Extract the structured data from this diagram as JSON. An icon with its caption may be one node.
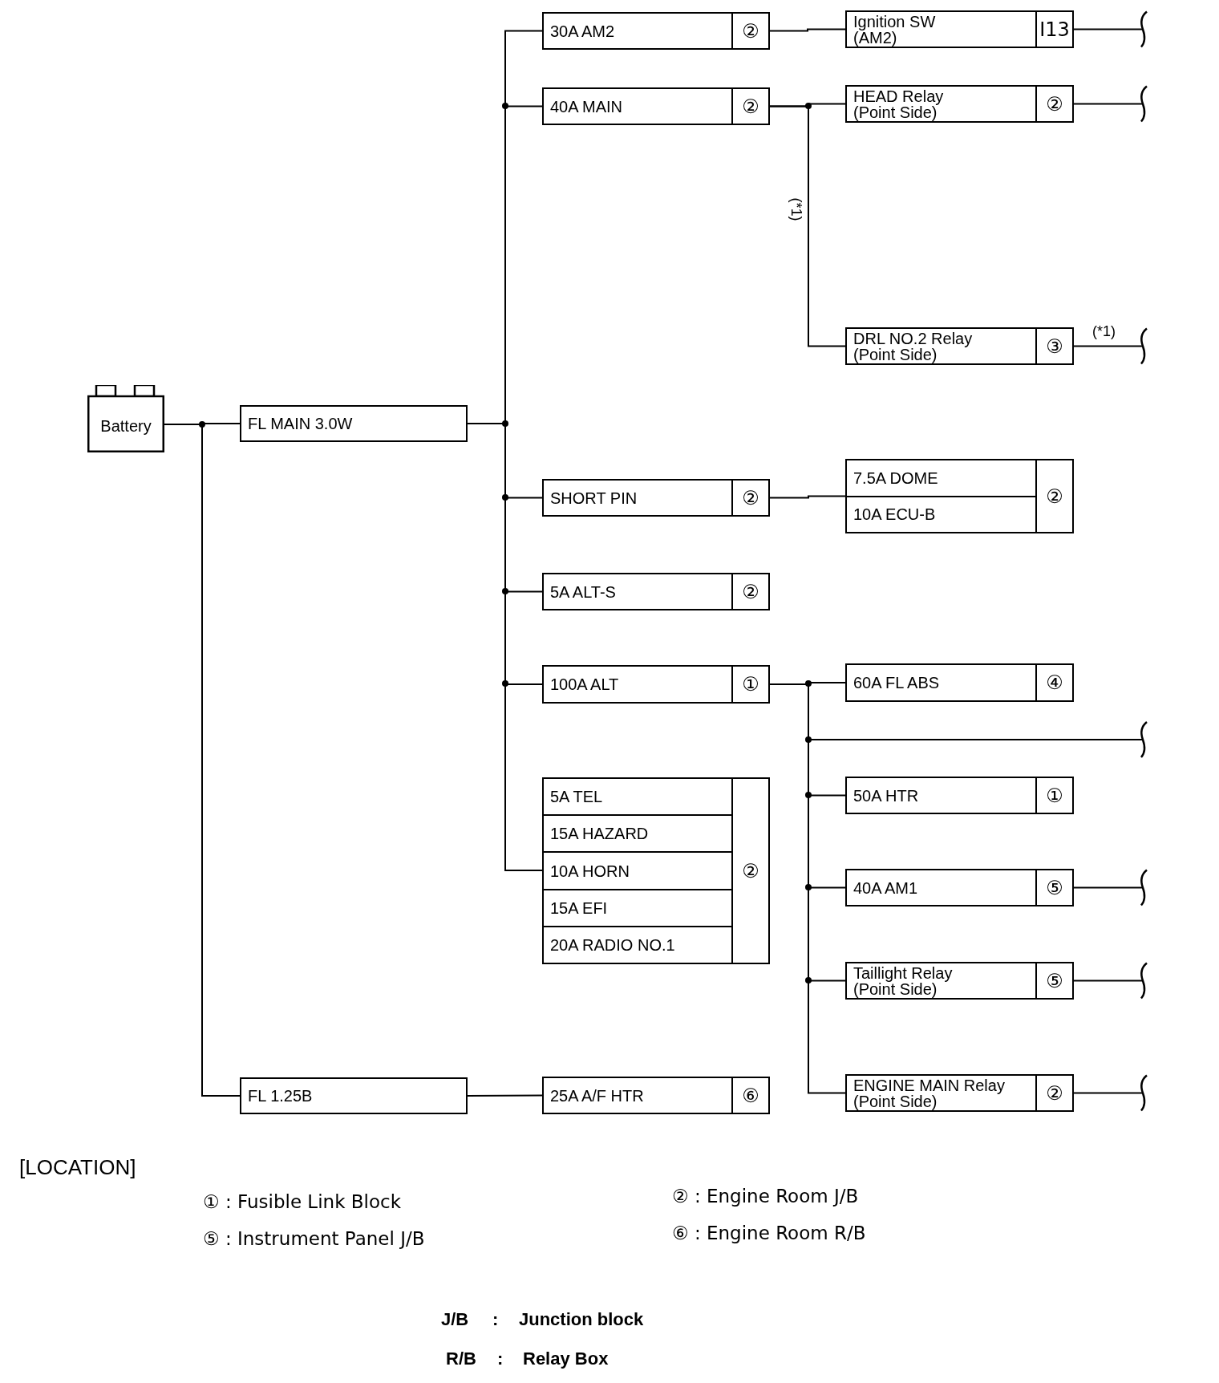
{
  "diagram": {
    "nodes": [
      {
        "text": [
          "Battery"
        ]
      },
      {
        "text": [
          "FL MAIN 3.0W"
        ]
      },
      {
        "text": [
          "FL 1.25B"
        ]
      },
      {
        "text": [
          "30A AM2",
          "②"
        ]
      },
      {
        "text": [
          "40A MAIN",
          "②"
        ]
      },
      {
        "text": [
          "SHORT PIN",
          "②"
        ]
      },
      {
        "text": [
          "5A ALT-S",
          "②"
        ]
      },
      {
        "text": [
          "100A ALT",
          "①"
        ]
      },
      {
        "text": [
          "5A TEL",
          "15A HAZARD",
          "10A HORN",
          "15A EFI",
          "20A RADIO NO.1",
          "②"
        ]
      },
      {
        "text": [
          "25A A/F HTR",
          "⑥"
        ]
      },
      {
        "text": [
          "Ignition SW (AM2)",
          "I13"
        ]
      },
      {
        "text": [
          "HEAD Relay (Point Side)",
          "②"
        ]
      },
      {
        "text": [
          "DRL NO.2 Relay (Point Side)",
          "③"
        ]
      },
      {
        "text": [
          "7.5A DOME",
          "10A ECU-B",
          "②"
        ]
      },
      {
        "text": [
          "60A FL ABS",
          "④"
        ]
      },
      {
        "text": [
          "50A HTR",
          "①"
        ]
      },
      {
        "text": [
          "40A AM1",
          "⑤"
        ]
      },
      {
        "text": [
          "Taillight Relay (Point Side)",
          "⑤"
        ]
      },
      {
        "text": [
          "ENGINE MAIN Relay (Point Side)",
          "②"
        ]
      }
    ],
    "edges": [
      {
        "from": 0,
        "to": 1,
        "arrow": "none"
      },
      {
        "from": 0,
        "to": 2,
        "arrow": "none"
      },
      {
        "from": 1,
        "to": 3,
        "arrow": "none"
      },
      {
        "from": 1,
        "to": 4,
        "arrow": "none"
      },
      {
        "from": 1,
        "to": 5,
        "arrow": "none"
      },
      {
        "from": 1,
        "to": 6,
        "arrow": "none"
      },
      {
        "from": 1,
        "to": 7,
        "arrow": "none"
      },
      {
        "from": 1,
        "to": 8,
        "arrow": "none"
      },
      {
        "from": 2,
        "to": 9,
        "arrow": "none"
      },
      {
        "from": 3,
        "to": 10,
        "arrow": "none"
      },
      {
        "from": 4,
        "to": 11,
        "arrow": "none"
      },
      {
        "from": 4,
        "to": 12,
        "arrow": "none",
        "label": "(*1)"
      },
      {
        "from": 5,
        "to": 13,
        "arrow": "none"
      },
      {
        "from": 7,
        "to": 14,
        "arrow": "none"
      },
      {
        "from": 7,
        "to": null,
        "arrow": "none"
      },
      {
        "from": 7,
        "to": 15,
        "arrow": "none"
      },
      {
        "from": 7,
        "to": 16,
        "arrow": "none"
      },
      {
        "from": 7,
        "to": 17,
        "arrow": "none"
      },
      {
        "from": 7,
        "to": 18,
        "arrow": "none"
      },
      {
        "from": 10,
        "to": null,
        "arrow": "none"
      },
      {
        "from": 11,
        "to": null,
        "arrow": "none"
      },
      {
        "from": 12,
        "to": null,
        "arrow": "none",
        "label": "(*1)"
      },
      {
        "from": 16,
        "to": null,
        "arrow": "none"
      },
      {
        "from": 17,
        "to": null,
        "arrow": "none"
      },
      {
        "from": 18,
        "to": null,
        "arrow": "none"
      }
    ],
    "labels": [
      "[LOCATION]",
      "① : Fusible Link Block",
      "② : Engine Room J/B",
      "⑤ : Instrument Panel J/B",
      "⑥ : Engine Room R/B",
      "J/B",
      ":",
      "Junction block",
      "R/B",
      ":",
      "Relay Box"
    ]
  }
}
